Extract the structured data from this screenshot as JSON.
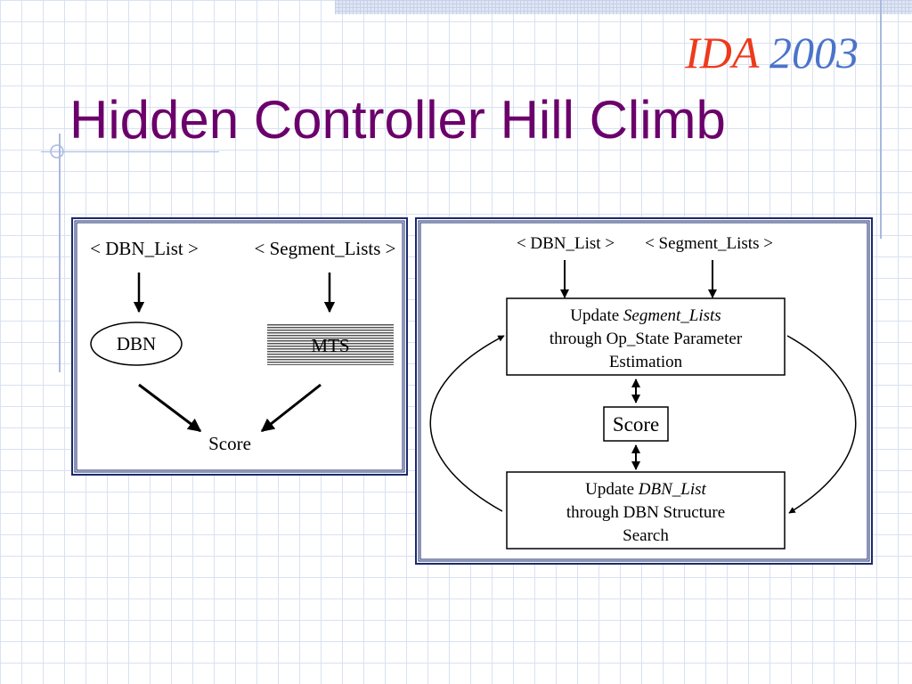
{
  "header": {
    "brand_ida": "IDA",
    "brand_year": "2003",
    "title": "Hidden Controller Hill Climb"
  },
  "left_diagram": {
    "dbn_list": "< DBN_List >",
    "segment_lists": "< Segment_Lists >",
    "dbn_node": "DBN",
    "mts_node": "MTS",
    "score": "Score"
  },
  "right_diagram": {
    "dbn_list": "< DBN_List >",
    "segment_lists": "< Segment_Lists >",
    "update_segment": {
      "line1_prefix": "Update ",
      "line1_italic": "Segment_Lists",
      "line2": "through Op_State Parameter",
      "line3": "Estimation"
    },
    "score": "Score",
    "update_dbn": {
      "line1_prefix": "Update ",
      "line1_italic": "DBN_List",
      "line2": "through DBN Structure",
      "line3": "Search"
    }
  }
}
